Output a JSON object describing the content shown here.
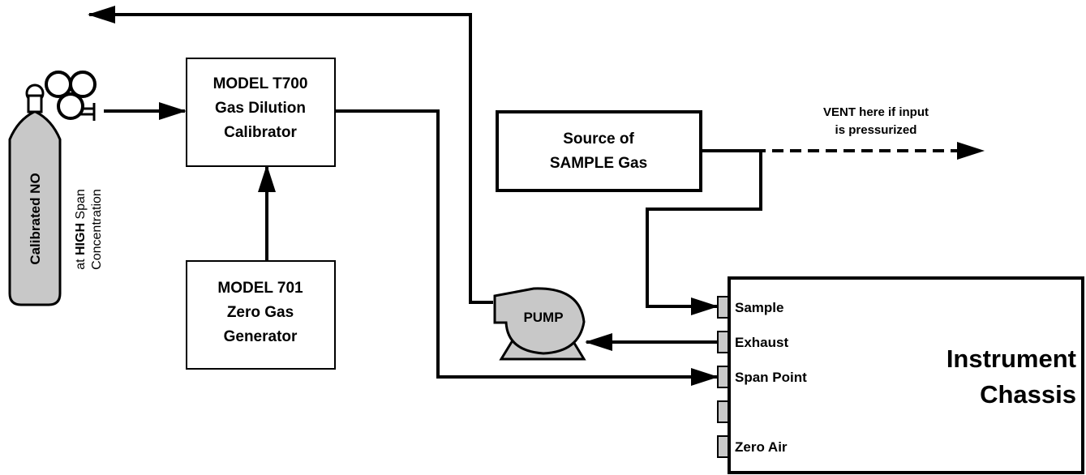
{
  "colors": {
    "line": "#000000",
    "fill_gray": "#c8c8c8",
    "background": "#ffffff"
  },
  "icons": {
    "cylinder": "gas-cylinder-icon",
    "pump": "pump-icon"
  },
  "cylinder": {
    "label": "Calibrated NO",
    "note_prefix": "at ",
    "note_bold": "HIGH",
    "note_suffix": " Span",
    "note_line2": "Concentration"
  },
  "calibrator": {
    "line1": "MODEL T700",
    "line2": "Gas Dilution",
    "line3": "Calibrator"
  },
  "zero_gen": {
    "line1": "MODEL 701",
    "line2": "Zero Gas",
    "line3": "Generator"
  },
  "sample_source": {
    "line1": "Source of",
    "line2": "SAMPLE Gas"
  },
  "vent": {
    "line1_bold": "VENT",
    "line1_rest": " here if input",
    "line2": "is pressurized"
  },
  "pump": {
    "label": "PUMP"
  },
  "chassis": {
    "title1": "Instrument",
    "title2": "Chassis",
    "ports": [
      "Sample",
      "Exhaust",
      "Span Point",
      "",
      "Zero Air"
    ]
  }
}
